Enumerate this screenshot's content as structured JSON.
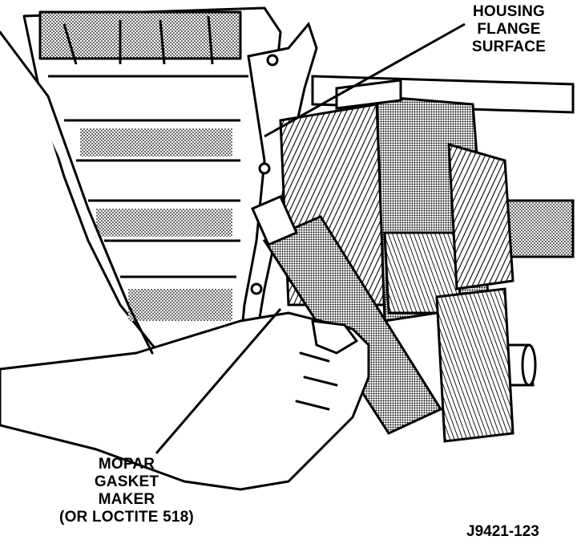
{
  "labels": {
    "housing_flange": [
      "HOUSING",
      "FLANGE",
      "SURFACE"
    ],
    "gasket_maker": [
      "MOPAR",
      "GASKET",
      "MAKER",
      "(OR LOCTITE 518)"
    ]
  },
  "figure_id": "J9421-123",
  "colors": {
    "ink": "#000000",
    "paper": "#ffffff"
  }
}
